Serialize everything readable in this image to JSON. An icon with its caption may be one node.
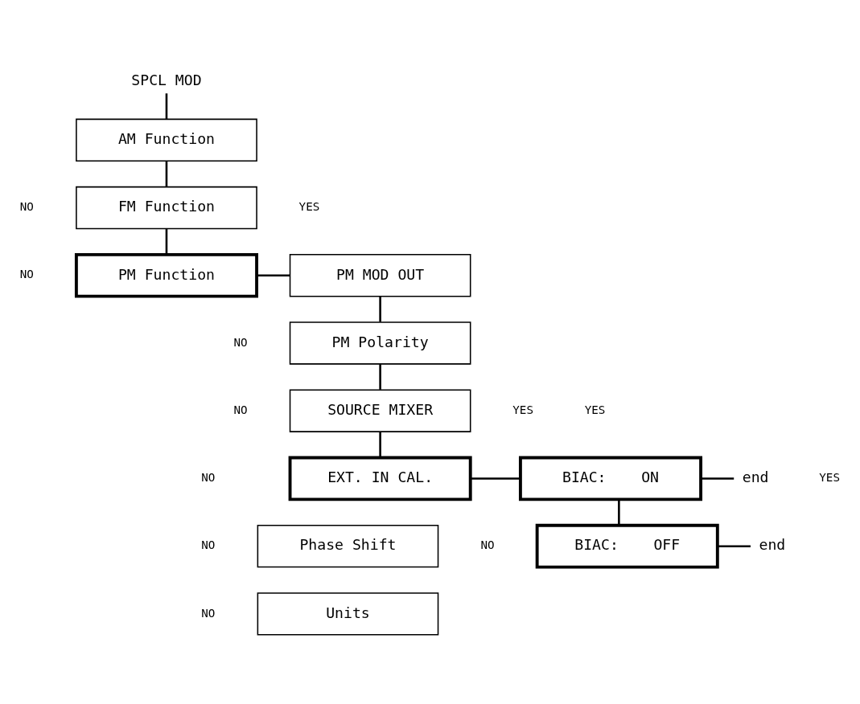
{
  "diagram": {
    "nodes": [
      {
        "text": [
          "SPCL MOD"
        ]
      },
      {
        "text": [
          "AM Function"
        ]
      },
      {
        "text": [
          "FM Function"
        ]
      },
      {
        "text": [
          "PM Function"
        ]
      },
      {
        "text": [
          "PM MOD OUT"
        ]
      },
      {
        "text": [
          "PM Polarity"
        ]
      },
      {
        "text": [
          "SOURCE MIXER"
        ]
      },
      {
        "text": [
          "EXT. IN CAL."
        ]
      },
      {
        "text": [
          "BIAC:    ON"
        ]
      },
      {
        "text": [
          "BIAC:    OFF"
        ]
      },
      {
        "text": [
          "Phase Shift"
        ]
      },
      {
        "text": [
          "Units"
        ]
      },
      {
        "text": [
          "end"
        ]
      },
      {
        "text": [
          "end"
        ]
      }
    ],
    "edges": [
      {
        "from": 0,
        "to": 1,
        "arrow": "none"
      },
      {
        "from": 1,
        "to": 2,
        "arrow": "none"
      },
      {
        "from": 2,
        "to": 3,
        "arrow": "none"
      },
      {
        "from": 3,
        "to": 4,
        "arrow": "none"
      },
      {
        "from": 4,
        "to": 5,
        "arrow": "none"
      },
      {
        "from": 5,
        "to": 6,
        "arrow": "none"
      },
      {
        "from": 6,
        "to": 7,
        "arrow": "none"
      },
      {
        "from": 7,
        "to": 8,
        "arrow": "none"
      },
      {
        "from": 8,
        "to": 9,
        "arrow": "none"
      },
      {
        "from": 8,
        "to": 12,
        "arrow": "none"
      },
      {
        "from": 9,
        "to": 13,
        "arrow": "none"
      }
    ],
    "labels": [
      "NO",
      "NO",
      "YES",
      "NO",
      "NO",
      "NO",
      "YES",
      "YES",
      "NO",
      "YES",
      "NO",
      "NO"
    ]
  }
}
